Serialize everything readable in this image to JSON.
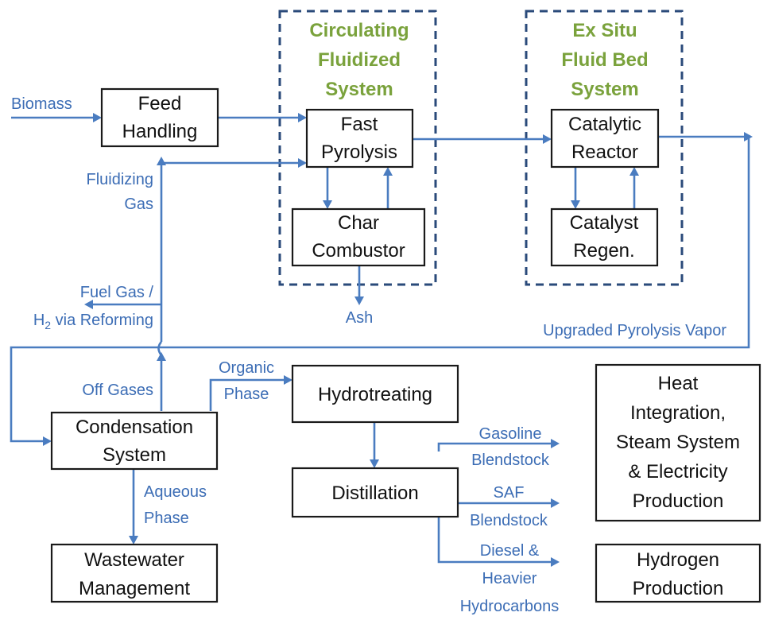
{
  "colors": {
    "flow": "#4a7cc0",
    "label": "#3c6db5",
    "system_title": "#7aa23c",
    "dash_border": "#2a4a7a",
    "box_border": "#1a1a1a"
  },
  "systems": {
    "circulating": [
      "Circulating",
      "Fluidized",
      "System"
    ],
    "ex_situ": [
      "Ex Situ",
      "Fluid Bed",
      "System"
    ]
  },
  "boxes": {
    "feed": [
      "Feed",
      "Handling"
    ],
    "fast_pyrolysis": [
      "Fast",
      "Pyrolysis"
    ],
    "char_combustor": [
      "Char",
      "Combustor"
    ],
    "catalytic_reactor": [
      "Catalytic",
      "Reactor"
    ],
    "catalyst_regen": [
      "Catalyst",
      "Regen."
    ],
    "condensation": [
      "Condensation",
      "System"
    ],
    "hydrotreating": [
      "Hydrotreating"
    ],
    "distillation": [
      "Distillation"
    ],
    "wastewater": [
      "Wastewater",
      "Management"
    ],
    "heat": [
      "Heat",
      "Integration,",
      "Steam System",
      "& Electricity",
      "Production"
    ],
    "hydrogen": [
      "Hydrogen",
      "Production"
    ]
  },
  "labels": {
    "biomass": "Biomass",
    "fluidizing_gas": [
      "Fluidizing",
      "Gas"
    ],
    "fuel_gas": "Fuel Gas /",
    "h2_main": "H",
    "h2_sub": "2",
    "h2_rest": " via Reforming",
    "ash": "Ash",
    "upgraded_vapor": "Upgraded  Pyrolysis Vapor",
    "off_gases": "Off Gases",
    "organic_phase": [
      "Organic",
      "Phase"
    ],
    "aqueous_phase": [
      "Aqueous",
      "Phase"
    ],
    "gasoline": [
      "Gasoline",
      "Blendstock"
    ],
    "saf": [
      "SAF",
      "Blendstock"
    ],
    "diesel": [
      "Diesel &",
      "Heavier",
      "Hydrocarbons"
    ]
  }
}
